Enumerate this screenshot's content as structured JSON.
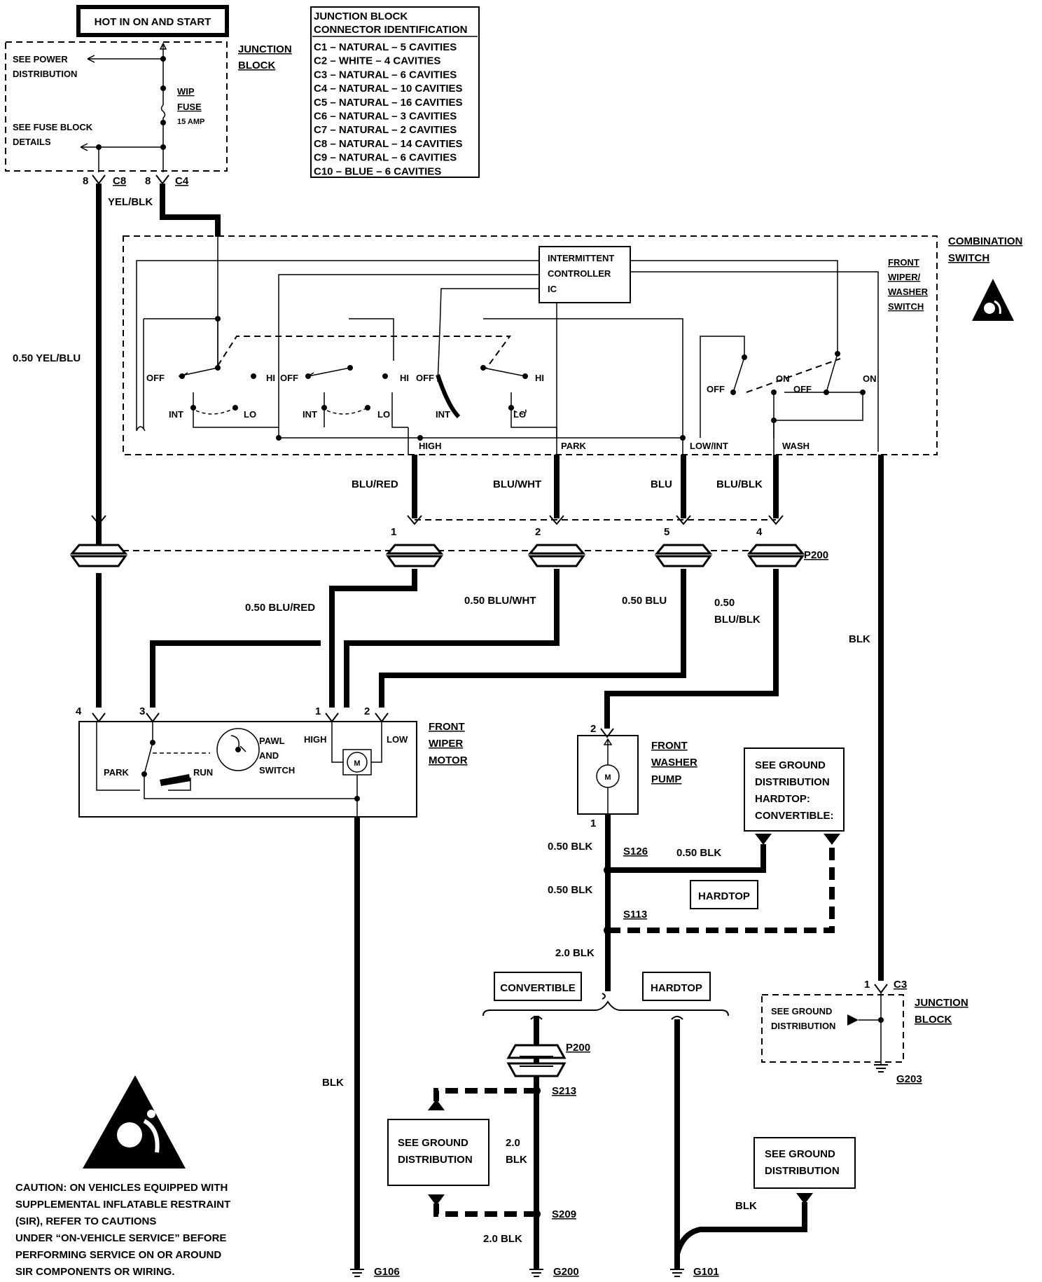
{
  "hot_label": "HOT IN ON AND START",
  "connector_table": {
    "title_line1": "JUNCTION BLOCK",
    "title_line2": "CONNECTOR IDENTIFICATION",
    "rows": [
      "C1 – NATURAL – 5 CAVITIES",
      "C2 – WHITE – 4 CAVITIES",
      "C3 – NATURAL – 6 CAVITIES",
      "C4 – NATURAL – 10 CAVITIES",
      "C5 – NATURAL – 16 CAVITIES",
      "C6 – NATURAL – 3 CAVITIES",
      "C7 – NATURAL – 2 CAVITIES",
      "C8 – NATURAL – 14 CAVITIES",
      "C9 – NATURAL – 6 CAVITIES",
      "C10 – BLUE – 6 CAVITIES"
    ]
  },
  "junction_block_top": {
    "label1": "JUNCTION",
    "label2": "BLOCK",
    "see_power1": "SEE POWER",
    "see_power2": "DISTRIBUTION",
    "fuse_name1": "WIP",
    "fuse_name2": "FUSE",
    "fuse_rating": "15 AMP",
    "see_fuse1": "SEE FUSE BLOCK",
    "see_fuse2": "DETAILS",
    "pin_c8": "8",
    "conn_c8": "C8",
    "pin_c4": "8",
    "conn_c4": "C4"
  },
  "wires": {
    "yel_blk": "YEL/BLK",
    "yel_blu": "0.50 YEL/BLU",
    "blu_red": "BLU/RED",
    "blu_wht": "BLU/WHT",
    "blu": "BLU",
    "blu_blk": "BLU/BLK",
    "blu_red_050": "0.50 BLU/RED",
    "blu_wht_050": "0.50 BLU/WHT",
    "blu_050": "0.50 BLU",
    "blu_blk_050a": "0.50",
    "blu_blk_050b": "BLU/BLK",
    "blk_right": "BLK",
    "blk_left": "BLK",
    "blk_050_a": "0.50 BLK",
    "blk_050_b": "0.50 BLK",
    "blk_050_c": "0.50 BLK",
    "blk_20_a": "2.0 BLK",
    "blk_20_b1": "2.0",
    "blk_20_b2": "BLK",
    "blk_20_c": "2.0 BLK",
    "blk_g101": "BLK"
  },
  "combination_switch": {
    "label1": "COMBINATION",
    "label2": "SWITCH",
    "sub1": "FRONT",
    "sub2": "WIPER/",
    "sub3": "WASHER",
    "sub4": "SWITCH",
    "ic1": "INTERMITTENT",
    "ic2": "CONTROLLER",
    "ic3": "IC",
    "off": "OFF",
    "hi": "HI",
    "int": "INT",
    "lo": "LO",
    "on": "ON",
    "out_high": "HIGH",
    "out_park": "PARK",
    "out_lowint": "LOW/INT",
    "out_wash": "WASH"
  },
  "p200": {
    "label": "P200",
    "pin1": "1",
    "pin2": "2",
    "pin5": "5",
    "pin4": "4"
  },
  "wiper_motor": {
    "label1": "FRONT",
    "label2": "WIPER",
    "label3": "MOTOR",
    "pin4": "4",
    "pin3": "3",
    "pin1": "1",
    "pin2": "2",
    "park": "PARK",
    "run": "RUN",
    "pawl1": "PAWL",
    "pawl2": "AND",
    "pawl3": "SWITCH",
    "high": "HIGH",
    "low": "LOW",
    "m": "M"
  },
  "washer_pump": {
    "label1": "FRONT",
    "label2": "WASHER",
    "label3": "PUMP",
    "pin2": "2",
    "pin1": "1",
    "m": "M"
  },
  "ground_box_top": {
    "l1": "SEE GROUND",
    "l2": "DISTRIBUTION",
    "l3": "HARDTOP:",
    "l4": "CONVERTIBLE:"
  },
  "splices": {
    "s126": "S126",
    "s113": "S113",
    "s213": "S213",
    "s209": "S209"
  },
  "options": {
    "hardtop_a": "HARDTOP",
    "convertible": "CONVERTIBLE",
    "hardtop_b": "HARDTOP"
  },
  "lower": {
    "p200b": "P200",
    "see_ground_mid1": "SEE GROUND",
    "see_ground_mid2": "DISTRIBUTION",
    "see_ground_right1": "SEE GROUND",
    "see_ground_right2": "DISTRIBUTION",
    "jb2_1": "JUNCTION",
    "jb2_2": "BLOCK",
    "jb2_pin": "1",
    "jb2_conn": "C3",
    "jb2_sg1": "SEE GROUND",
    "jb2_sg2": "DISTRIBUTION",
    "g203": "G203",
    "g106": "G106",
    "g200": "G200",
    "g101": "G101"
  },
  "caution": {
    "l1": "CAUTION:  ON VEHICLES EQUIPPED WITH",
    "l2": "SUPPLEMENTAL INFLATABLE RESTRAINT",
    "l3": "(SIR), REFER TO CAUTIONS",
    "l4": "UNDER “ON-VEHICLE SERVICE” BEFORE",
    "l5": "PERFORMING SERVICE ON OR AROUND",
    "l6": "SIR COMPONENTS OR WIRING."
  }
}
